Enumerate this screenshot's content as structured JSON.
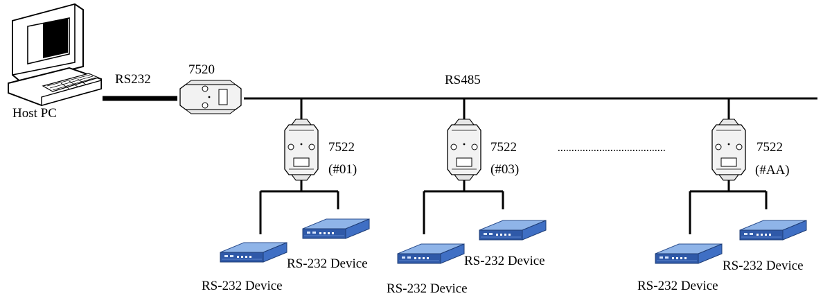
{
  "host": {
    "label": "Host PC"
  },
  "link_rs232": {
    "label": "RS232"
  },
  "converter": {
    "model": "7520"
  },
  "bus": {
    "label": "RS485"
  },
  "nodes": [
    {
      "model": "7522",
      "address": "(#01)",
      "devices": [
        "RS-232 Device",
        "RS-232 Device"
      ]
    },
    {
      "model": "7522",
      "address": "(#03)",
      "devices": [
        "RS-232 Device",
        "RS-232 Device"
      ]
    },
    {
      "model": "7522",
      "address": "(#AA)",
      "devices": [
        "RS-232 Device",
        "RS-232 Device"
      ]
    }
  ],
  "colors": {
    "line": "#000000",
    "module_body": "#f2f2f2",
    "device_top": "#8fb4e8",
    "device_side": "#3f6fc4",
    "device_front": "#2f59a8",
    "pc_screen": "#000000"
  }
}
